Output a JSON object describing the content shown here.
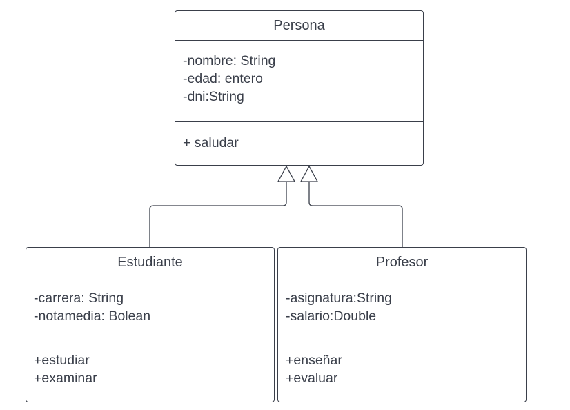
{
  "diagram": {
    "classes": {
      "persona": {
        "name": "Persona",
        "attributes": [
          "-nombre: String",
          "-edad: entero",
          "-dni:String"
        ],
        "methods": [
          "+ saludar"
        ]
      },
      "estudiante": {
        "name": "Estudiante",
        "attributes": [
          "-carrera: String",
          "-notamedia: Bolean"
        ],
        "methods": [
          "+estudiar",
          "+examinar"
        ]
      },
      "profesor": {
        "name": "Profesor",
        "attributes": [
          "-asignatura:String",
          "-salario:Double"
        ],
        "methods": [
          "+enseñar",
          "+evaluar"
        ]
      }
    },
    "relations": [
      {
        "type": "generalization",
        "from": "Estudiante",
        "to": "Persona"
      },
      {
        "type": "generalization",
        "from": "Profesor",
        "to": "Persona"
      }
    ],
    "colors": {
      "stroke": "#3a3f4a",
      "background": "#ffffff"
    }
  }
}
